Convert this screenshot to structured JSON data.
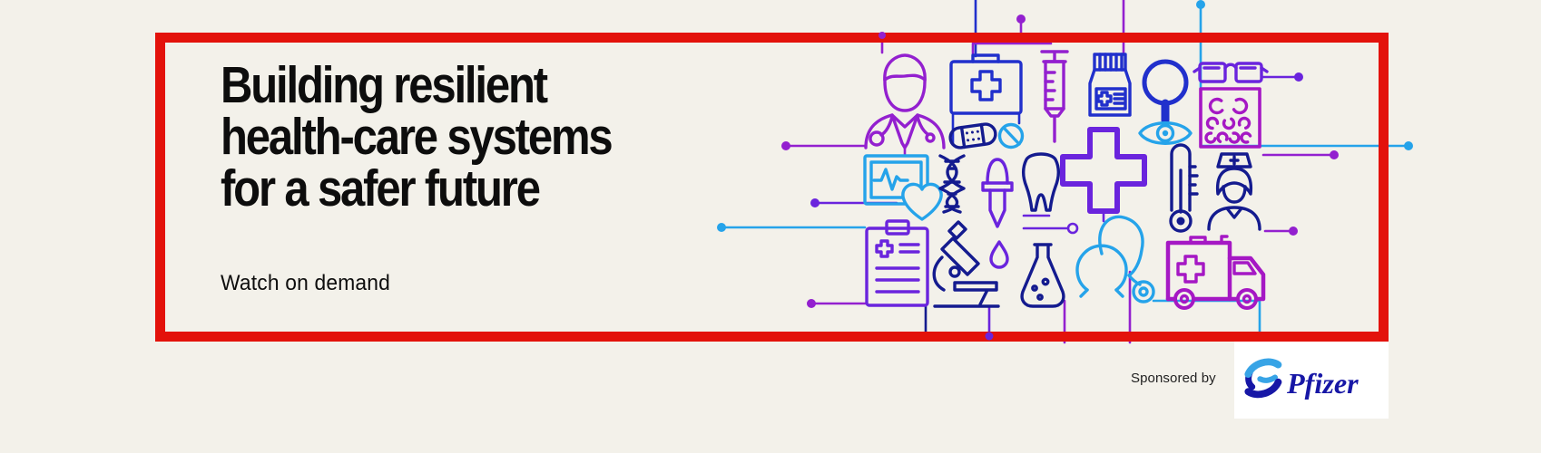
{
  "banner": {
    "heading_lines": [
      "Building resilient",
      "health-care systems",
      "for a safer future"
    ],
    "cta": "Watch on demand"
  },
  "sponsor": {
    "label": "Sponsored by",
    "name": "Pfizer"
  },
  "colors": {
    "background": "#f3f1ea",
    "border_red": "#e3120b",
    "ink": "#0d0d0d",
    "muted_ink": "#222222",
    "icon_purple": "#9320cf",
    "icon_violet": "#6a24dd",
    "icon_blue": "#2130cc",
    "icon_navy": "#141b8f",
    "icon_lightblue": "#25a3ea",
    "icon_magenta": "#a518c4",
    "pfizer_dark_blue": "#1717a6",
    "pfizer_light_blue": "#38a4e6"
  },
  "illustration": {
    "icons": [
      "doctor",
      "first-aid-kit",
      "adhesive-bandage",
      "no-pills-sign",
      "syringe",
      "medicine-bottle",
      "magnifying-glass",
      "eyeglasses",
      "eye-chart",
      "eye",
      "ecg-monitor-heart",
      "dna-helix",
      "dropper",
      "tooth",
      "medical-cross",
      "thermometer",
      "nurse",
      "clipboard",
      "microscope",
      "water-drop",
      "flask",
      "stethoscope",
      "ambulance",
      "circuit-lines"
    ]
  }
}
